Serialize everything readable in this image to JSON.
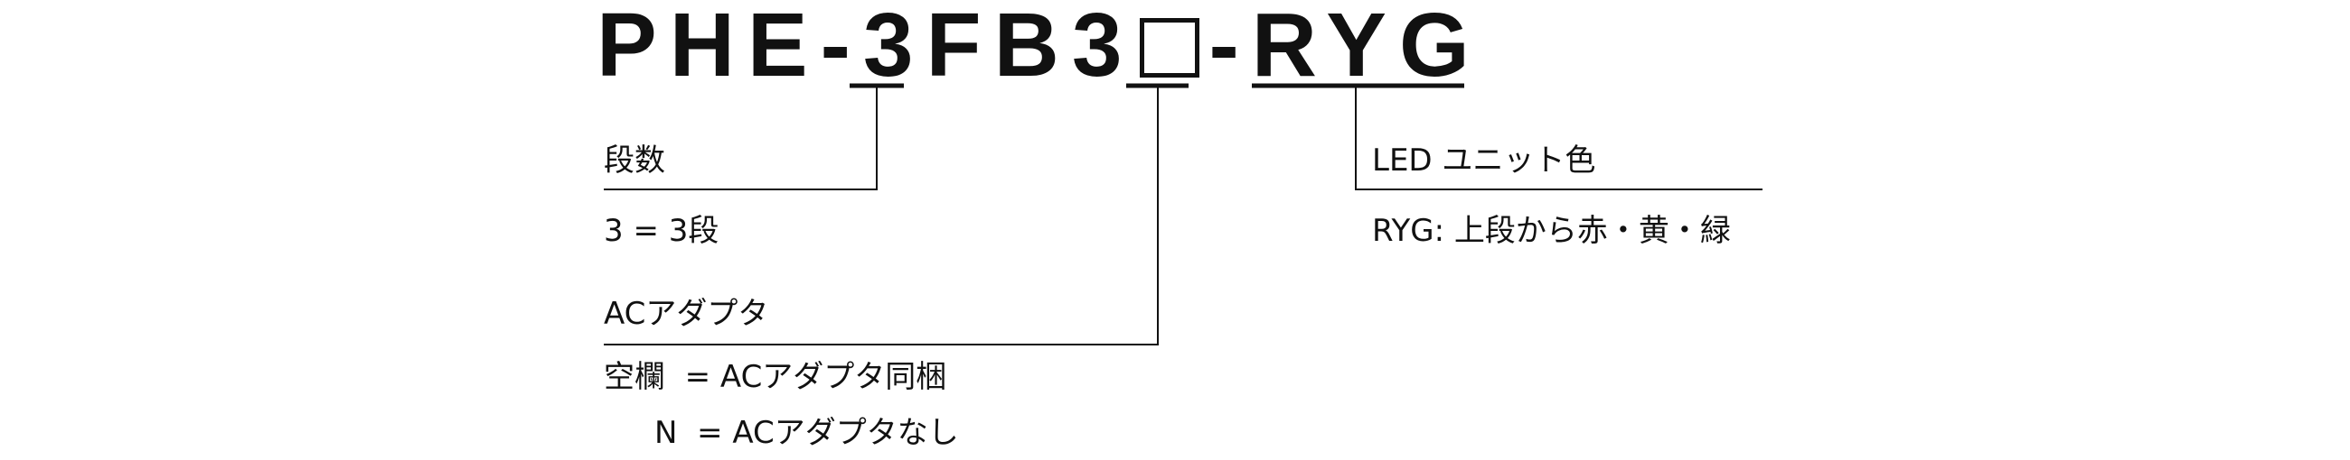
{
  "model": {
    "prefix": "PHE-",
    "tiers_code": "3",
    "middle": "FB3",
    "separator": "-",
    "led_code": "RYG"
  },
  "sections": {
    "tiers": {
      "heading": "段数",
      "options": [
        "3 = 3段"
      ]
    },
    "adapter": {
      "heading": "ACアダプタ",
      "options": [
        "空欄  = ACアダプタ同梱",
        "N  = ACアダプタなし"
      ]
    },
    "led": {
      "heading": "LED ユニット色",
      "options": [
        "RYG: 上段から赤・黄・緑"
      ]
    }
  },
  "colors": {
    "text": "#111111",
    "line": "#111111"
  }
}
